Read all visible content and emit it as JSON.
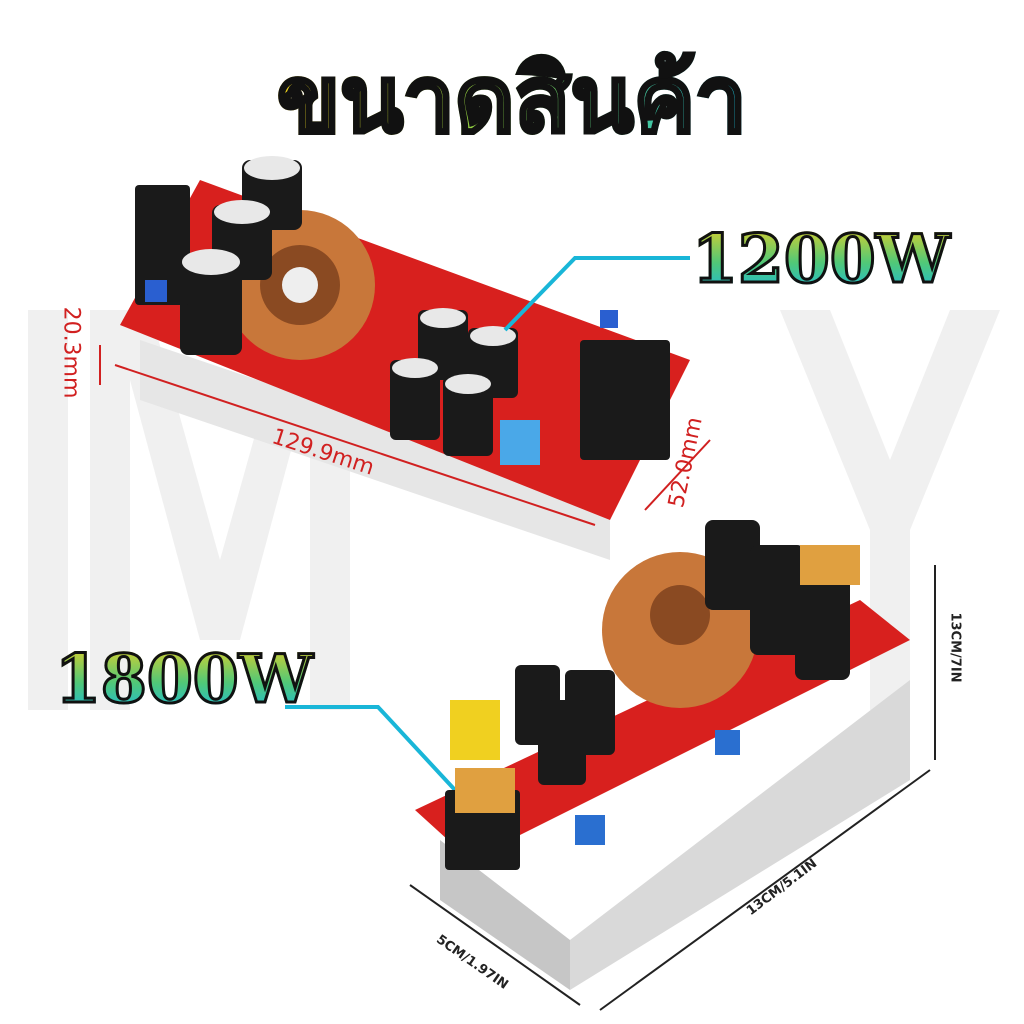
{
  "title": "ขนาดสินค้า",
  "top_product": {
    "power_label": "1200W",
    "dimensions": {
      "length": "129.9mm",
      "width": "52.0mm",
      "height": "20.3mm"
    }
  },
  "bottom_product": {
    "power_label": "1800W",
    "dimensions": {
      "length": "13CM/5.1IN",
      "width": "5CM/1.97IN",
      "height": "13CM/7IN"
    }
  },
  "colors": {
    "pcb": "#d8201e",
    "callout_line": "#19b6d8",
    "dimension_text_top": "#d12020",
    "heatsink": "#d9d9d9",
    "coil": "#c8773a"
  }
}
